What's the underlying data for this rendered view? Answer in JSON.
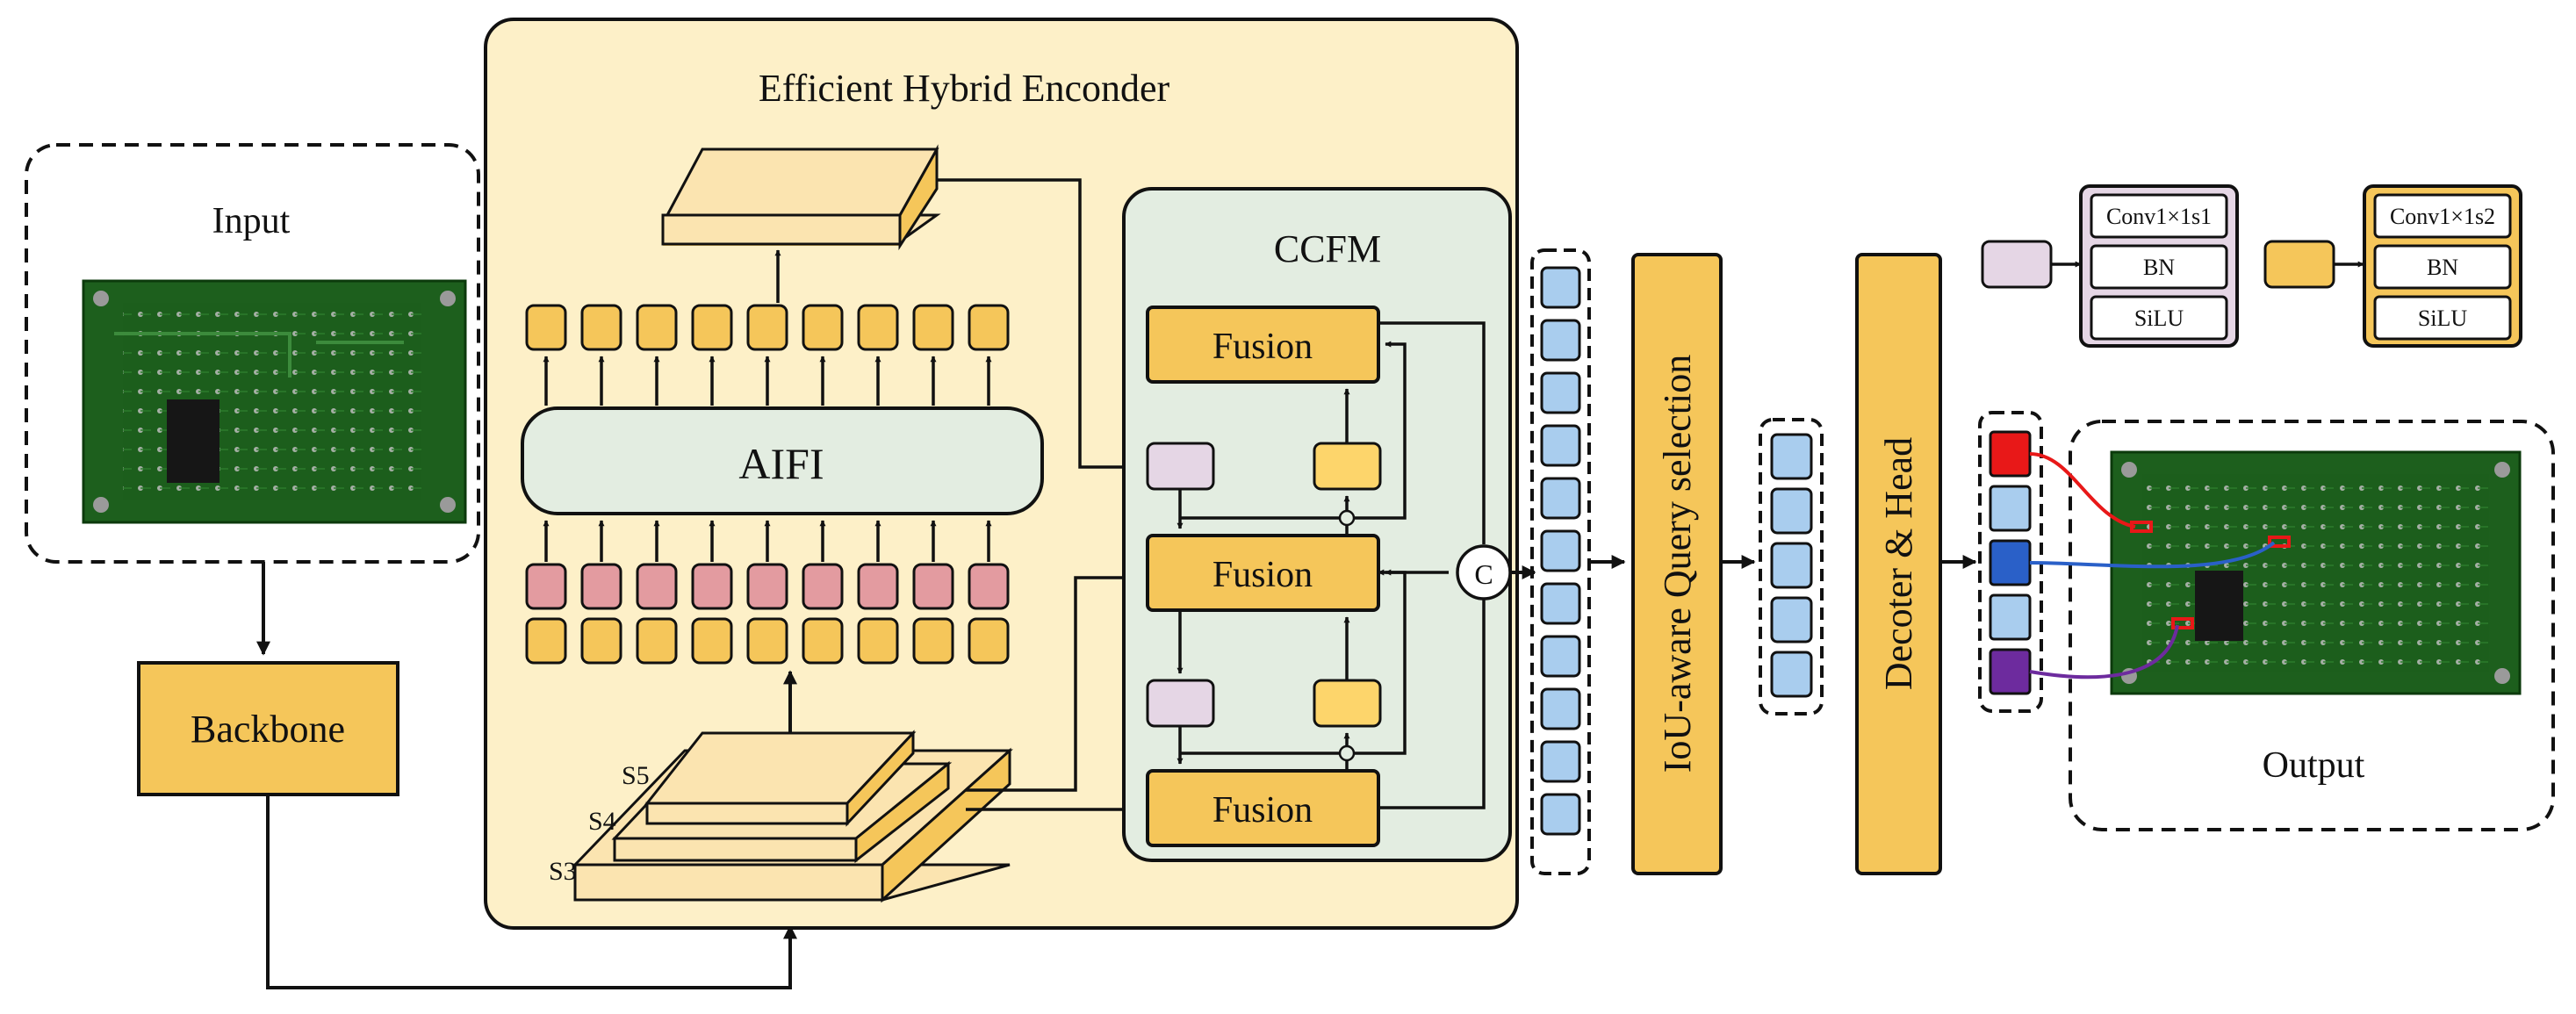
{
  "input": {
    "label": "Input"
  },
  "backbone": {
    "label": "Backbone"
  },
  "encoder": {
    "title": "Efficient Hybrid Enconder"
  },
  "aifi": {
    "label": "AIFI"
  },
  "scales": {
    "s3": "S3",
    "s4": "S4",
    "s5": "S5"
  },
  "ccfm": {
    "title": "CCFM",
    "fusion_top": "Fusion",
    "fusion_mid": "Fusion",
    "fusion_bot": "Fusion",
    "concat": "C"
  },
  "query_selection": {
    "label": "IoU-aware Query selection"
  },
  "decoder": {
    "label": "Decoter & Head"
  },
  "output": {
    "label": "Output"
  },
  "legend": {
    "conv_s1": {
      "conv": "Conv1×1s1",
      "bn": "BN",
      "act": "SiLU"
    },
    "conv_s2": {
      "conv": "Conv1×1s2",
      "bn": "BN",
      "act": "SiLU"
    }
  },
  "colors": {
    "yellow": "#f5c65a",
    "encoder_bg": "#fdf0c8",
    "ccfm_bg": "#e3ede1",
    "pink": "#e39ba0",
    "lilac": "#e5d6e5",
    "blue_cell": "#a9cdee",
    "det_red": "#e81818",
    "det_blue": "#2a60c8",
    "det_purple": "#6d2b9e",
    "pcb": "#1c5e1c"
  }
}
